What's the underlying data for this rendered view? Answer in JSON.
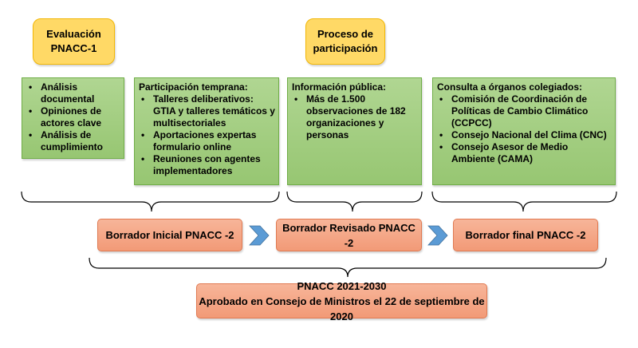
{
  "top_labels": {
    "evaluacion": [
      "Evaluación",
      "PNACC-1"
    ],
    "proceso": [
      "Proceso de",
      "participación"
    ]
  },
  "columns": [
    {
      "heading": "",
      "items": [
        "Análisis documental",
        "Opiniones de actores clave",
        "Análisis de cumplimiento"
      ]
    },
    {
      "heading": "Participación temprana:",
      "items": [
        "Talleres deliberativos: GTIA y talleres temáticos y multisectoriales",
        "Aportaciones expertas formulario online",
        "Reuniones con agentes implementadores"
      ]
    },
    {
      "heading": "Información pública:",
      "items": [
        "Más de 1.500 observaciones de 182 organizaciones y personas"
      ]
    },
    {
      "heading": "Consulta a órganos colegiados:",
      "items": [
        "Comisión de Coordinación de Políticas de Cambio Climático (CCPCC)",
        "Consejo Nacional del Clima (CNC)",
        "Consejo Asesor de Medio Ambiente (CAMA)"
      ]
    }
  ],
  "drafts": [
    "Borrador Inicial PNACC -2",
    "Borrador Revisado PNACC -2",
    "Borrador final PNACC -2"
  ],
  "final": {
    "line1": "PNACC 2021-2030",
    "line2": "Aprobado en Consejo de Ministros el 22 de septiembre de 2020"
  },
  "colors": {
    "orange_fill": "#ffd966",
    "green_fill": "#a9d18e",
    "salmon_fill": "#f4b183",
    "arrow": "#5b9bd5"
  }
}
